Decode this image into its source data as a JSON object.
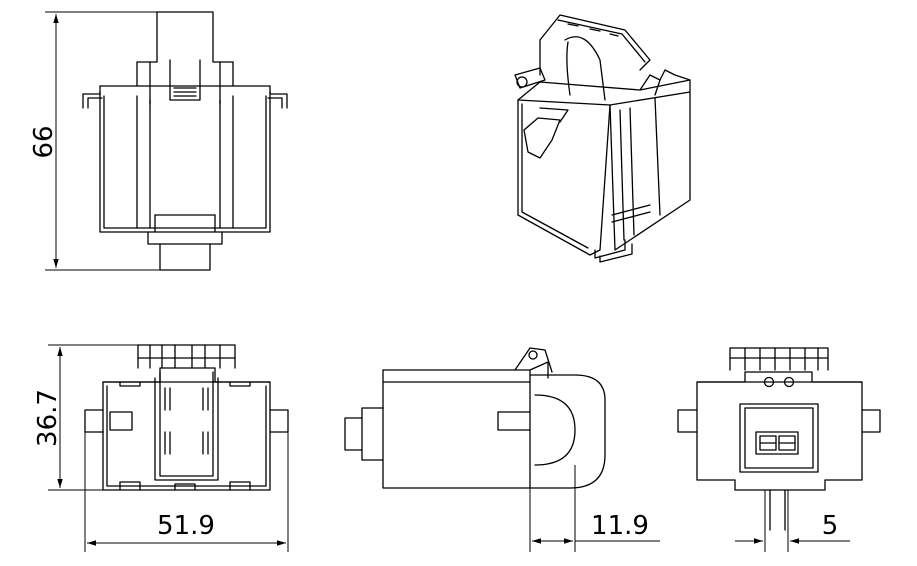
{
  "drawing": {
    "dimensions": {
      "height_front": "66",
      "height_bottom": "36.7",
      "width_bottom": "51.9",
      "side_offset": "11.9",
      "terminal_width": "5"
    },
    "colors": {
      "line": "#000000",
      "background": "#ffffff"
    }
  }
}
